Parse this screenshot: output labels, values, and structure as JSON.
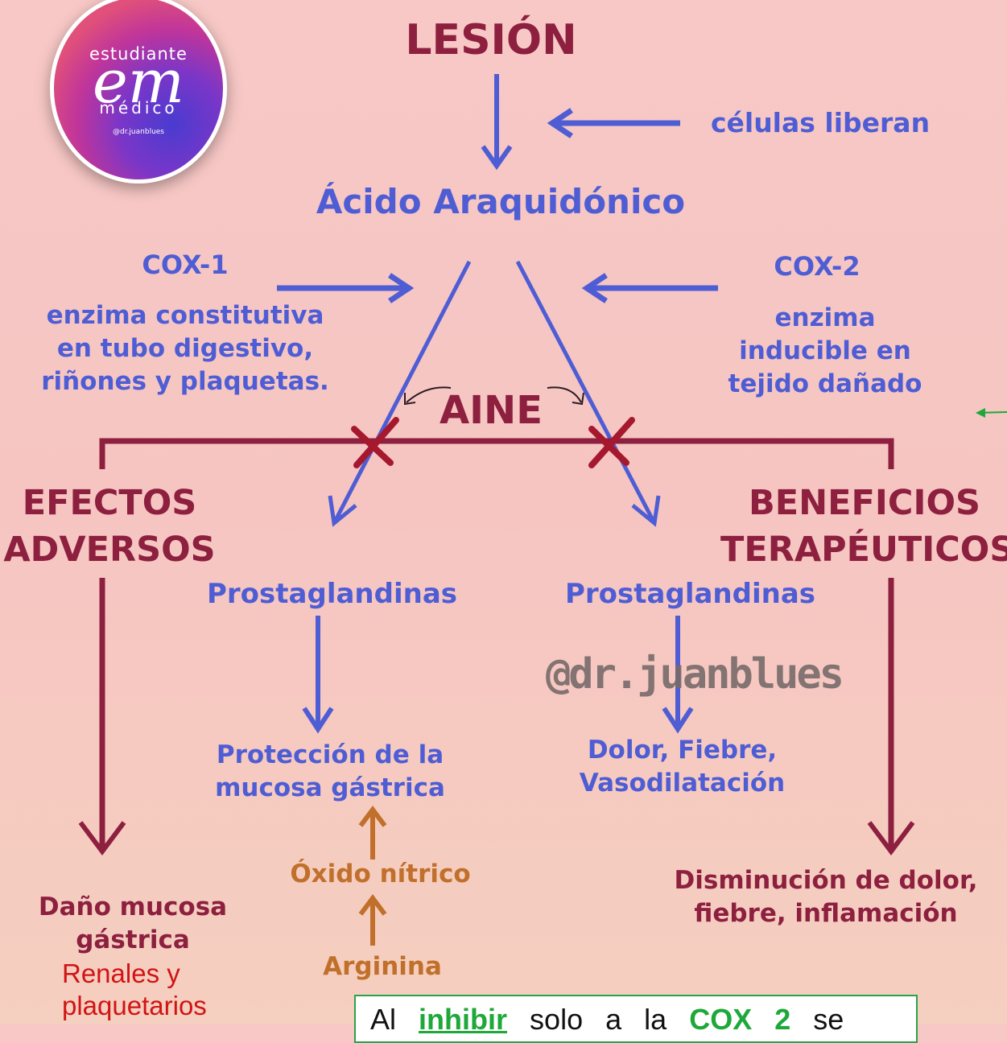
{
  "logo": {
    "line1": "estudiante",
    "monogram": "em",
    "line2": "médico",
    "handle": "@dr.juanblues"
  },
  "nodes": {
    "lesion": "LESIÓN",
    "celulas_liberan": "células liberan",
    "acido": "Ácido Araquidónico",
    "cox1": "COX-1",
    "cox1_desc": [
      "enzima constitutiva",
      "en tubo digestivo,",
      "riñones y plaquetas."
    ],
    "cox2": "COX-2",
    "cox2_desc": [
      "enzima",
      "inducible en",
      "tejido dañado"
    ],
    "aine": "AINE",
    "efectos": [
      "EFECTOS",
      "ADVERSOS"
    ],
    "beneficios": [
      "BENEFICIOS",
      "TERAPÉUTICOS"
    ],
    "prosta_left": "Prostaglandinas",
    "prosta_right": "Prostaglandinas",
    "proteccion": [
      "Protección de la",
      "mucosa gástrica"
    ],
    "dolor": [
      "Dolor, Fiebre,",
      "Vasodilatación"
    ],
    "oxido": "Óxido nítrico",
    "arginina": "Arginina",
    "dano": [
      "Daño mucosa",
      "gástrica"
    ],
    "renales": [
      "Renales y",
      "plaquetarios"
    ],
    "disminucion": [
      "Disminución de dolor,",
      "fiebre, inflamación"
    ]
  },
  "watermark": "@dr.juanblues",
  "note": {
    "w1": "Al",
    "w2": "inhibir",
    "w3": "solo",
    "w4": "a",
    "w5": "la",
    "w6": "COX 2",
    "w7": "se"
  },
  "colors": {
    "blue": "#4f5dd4",
    "wine": "#8d1f3f",
    "orange": "#c0702a",
    "red_x": "#a5182e",
    "green": "#1ea83a"
  }
}
